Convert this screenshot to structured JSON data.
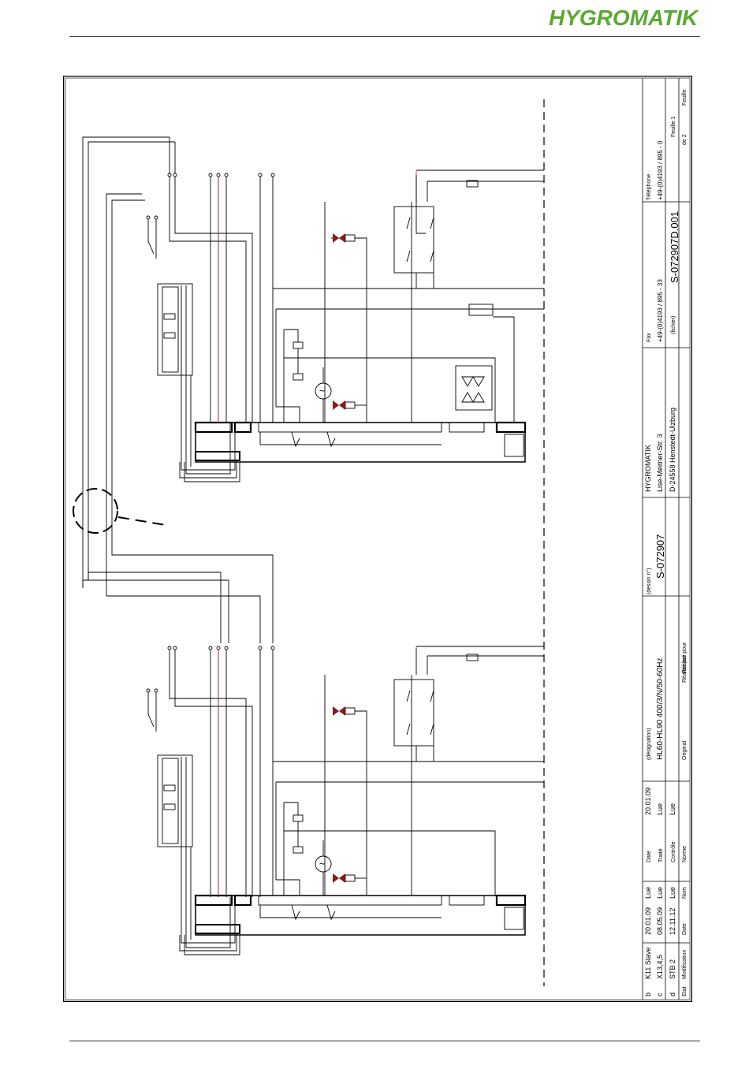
{
  "header": {
    "logo_text": "HYGROMATIK",
    "logo_color": "#5aa832"
  },
  "title_block": {
    "address": {
      "company": "HYGROMATIK",
      "street": "Lise-Meitner-Str. 3",
      "city": "D-24558 Henstedt-Ulzburg"
    },
    "telephone_label": "Téléphone",
    "telephone": "+49-(0)4193 / 895 - 0",
    "fax_label": "Fax",
    "fax": "+49-(0)4193 / 895 - 33",
    "fichier_label": "(fichier)",
    "fichier": "S-072907D.001",
    "feuille_label": "Feuille",
    "feuille_n": "Feuille 1",
    "feuille_total": "de 2",
    "dessin_label": "(dessin n°)",
    "dessin": "S-072907",
    "realise_par_label": "Réalisé par",
    "realise_pour_label": "Réalisé pour",
    "designation_label": "(désignation)",
    "designation": "HL60-HL90  400/3/N/50-60Hz",
    "original_label": "Original",
    "revisions": [
      {
        "state": "b",
        "modification": "K11 Slave",
        "date": "20.01.09",
        "name": "Lue"
      },
      {
        "state": "c",
        "modification": "X13,4,5",
        "date": "08.05.09",
        "name": "Lue"
      },
      {
        "state": "d",
        "modification": "STB 2",
        "date": "12.11.12",
        "name": "Lue"
      }
    ],
    "revision_headers": {
      "state": "Etat",
      "modification": "Modification",
      "date": "Date",
      "name": "Nom"
    },
    "approvals": {
      "date_label": "Date",
      "date_value": "20.01.09",
      "traite_label": "Traité",
      "traite_value": "Lue",
      "controle_label": "Contrôle",
      "controle_value": "Lue",
      "norme_label": "Norme"
    }
  },
  "diagram": {
    "wire_color": "#000000",
    "phase_color": "#b03030",
    "valve_color": "#8b1a1a",
    "motor_symbol": "~"
  }
}
